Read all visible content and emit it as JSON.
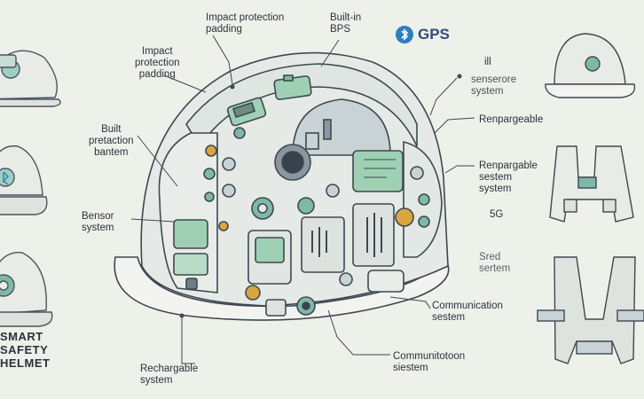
{
  "callouts": {
    "top_impact": "Impact protection\npadding",
    "top_gps_builtin": "Built-in\nBPS",
    "gps_logo": "GPS",
    "left_impact": "Impact\nprotection\npadding",
    "left_built": "Built\npretaction\nbantem",
    "left_sensor": "Bensor\nsystem",
    "bottom_recharge": "Rechargable\nsystem",
    "bottom_comm": "Communitotoon\nsiestem",
    "right_comm": "Communication\nsestem",
    "right_senserore": "senserore\nsystem",
    "right_renp1": "Renpargeable",
    "right_renp2": "Renpargable\nsestem\nsystem",
    "right_5g": "5G",
    "right_sred": "Sred\nsertem",
    "right_ill": "ill"
  },
  "side_caption": "SMART\nSAFETY\nHELMET",
  "colors": {
    "background": "#eef0ea",
    "ink": "#2d3640",
    "teal": "#7fb8a7",
    "screen_green": "#9fd0b4",
    "amber": "#d9a640",
    "bluetooth": "#2b7fbf"
  },
  "icons": [
    "bluetooth-icon"
  ]
}
